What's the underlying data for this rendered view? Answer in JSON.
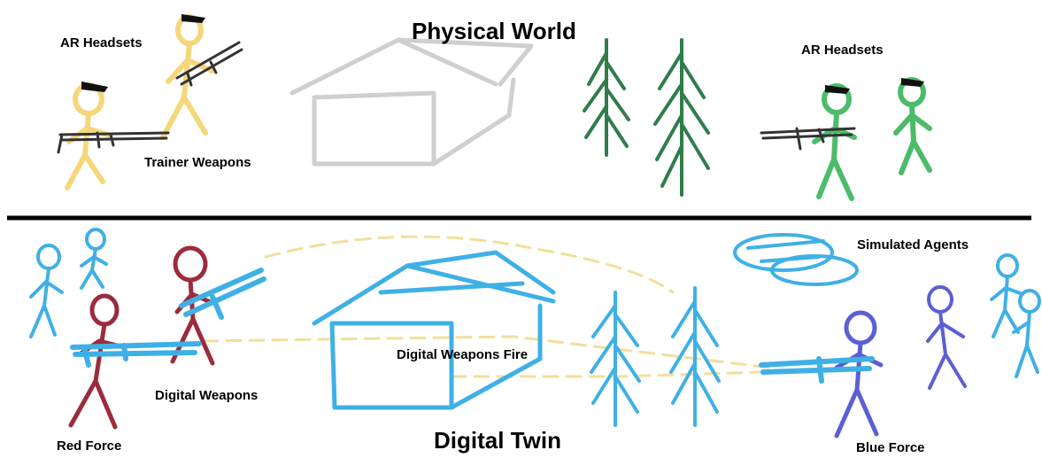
{
  "top_section": {
    "title": "Physical World",
    "labels": {
      "ar_headsets_left": "AR Headsets",
      "ar_headsets_right": "AR Headsets",
      "trainer_weapons": "Trainer Weapons"
    }
  },
  "bottom_section": {
    "title": "Digital Twin",
    "labels": {
      "simulated_agents": "Simulated Agents",
      "digital_weapons_fire": "Digital Weapons Fire",
      "digital_weapons": "Digital Weapons",
      "red_force": "Red Force",
      "blue_force": "Blue Force"
    }
  },
  "colors": {
    "trainer_yellow": "#f5d77a",
    "trainer_green": "#4cbb6a",
    "sketch_gray": "#cfcfcf",
    "tree_green": "#2f7d4a",
    "digital_blue": "#3fb0e6",
    "red_force": "#9b2c3c",
    "blue_force": "#5b5fd6",
    "weapons_fire": "#f2df9a",
    "divider": "#000000",
    "headset": "#111111"
  }
}
